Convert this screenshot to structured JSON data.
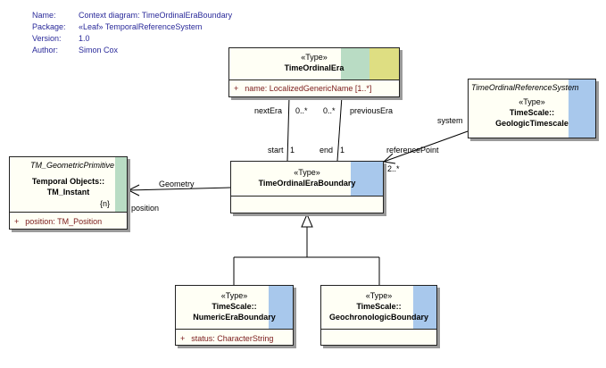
{
  "header": {
    "name_key": "Name:",
    "name": "Context diagram: TimeOrdinalEraBoundary",
    "package_key": "Package:",
    "package": "«Leaf» TemporalReferenceSystem",
    "version_key": "Version:",
    "version": "1.0",
    "author_key": "Author:",
    "author": "Simon Cox"
  },
  "classes": {
    "era": {
      "stereotype": "«Type»",
      "name": "TimeOrdinalEra",
      "attr_vis": "+",
      "attr_name": "name:",
      "attr_type": "LocalizedGenericName [1..*]"
    },
    "ors": {
      "title": "TimeOrdinalReferenceSystem",
      "stereotype": "«Type»",
      "name_line1": "TimeScale::",
      "name_line2": "GeologicTimescale"
    },
    "prim": {
      "title": "TM_GeometricPrimitive",
      "name_line1": "Temporal Objects::",
      "name_line2": "TM_Instant",
      "tag": "{n}",
      "attr_vis": "+",
      "attr_name": "position:",
      "attr_type": "TM_Position"
    },
    "boundary": {
      "stereotype": "«Type»",
      "name": "TimeOrdinalEraBoundary"
    },
    "numeric": {
      "stereotype": "«Type»",
      "name_line1": "TimeScale::",
      "name_line2": "NumericEraBoundary",
      "attr_vis": "+",
      "attr_name": "status:",
      "attr_type": "CharacterString"
    },
    "geochron": {
      "stereotype": "«Type»",
      "name_line1": "TimeScale::",
      "name_line2": "GeochronologicBoundary"
    }
  },
  "labels": {
    "nextEra": "nextEra",
    "next_mult": "0..*",
    "prevEra": "previousEra",
    "prev_mult": "0..*",
    "start": "start",
    "start_mult": "1",
    "end": "end",
    "end_mult": "1",
    "system": "system",
    "referencePoint": "referencePoint",
    "ref_mult": "2..*",
    "geometry": "Geometry",
    "position": "position"
  },
  "colors": {
    "green_band": "#b9dcc4",
    "yellow_band": "#dede82",
    "blue_band": "#a8c8ec",
    "attr_text": "#7a1a1a",
    "meta_text": "#2a2a9a"
  }
}
